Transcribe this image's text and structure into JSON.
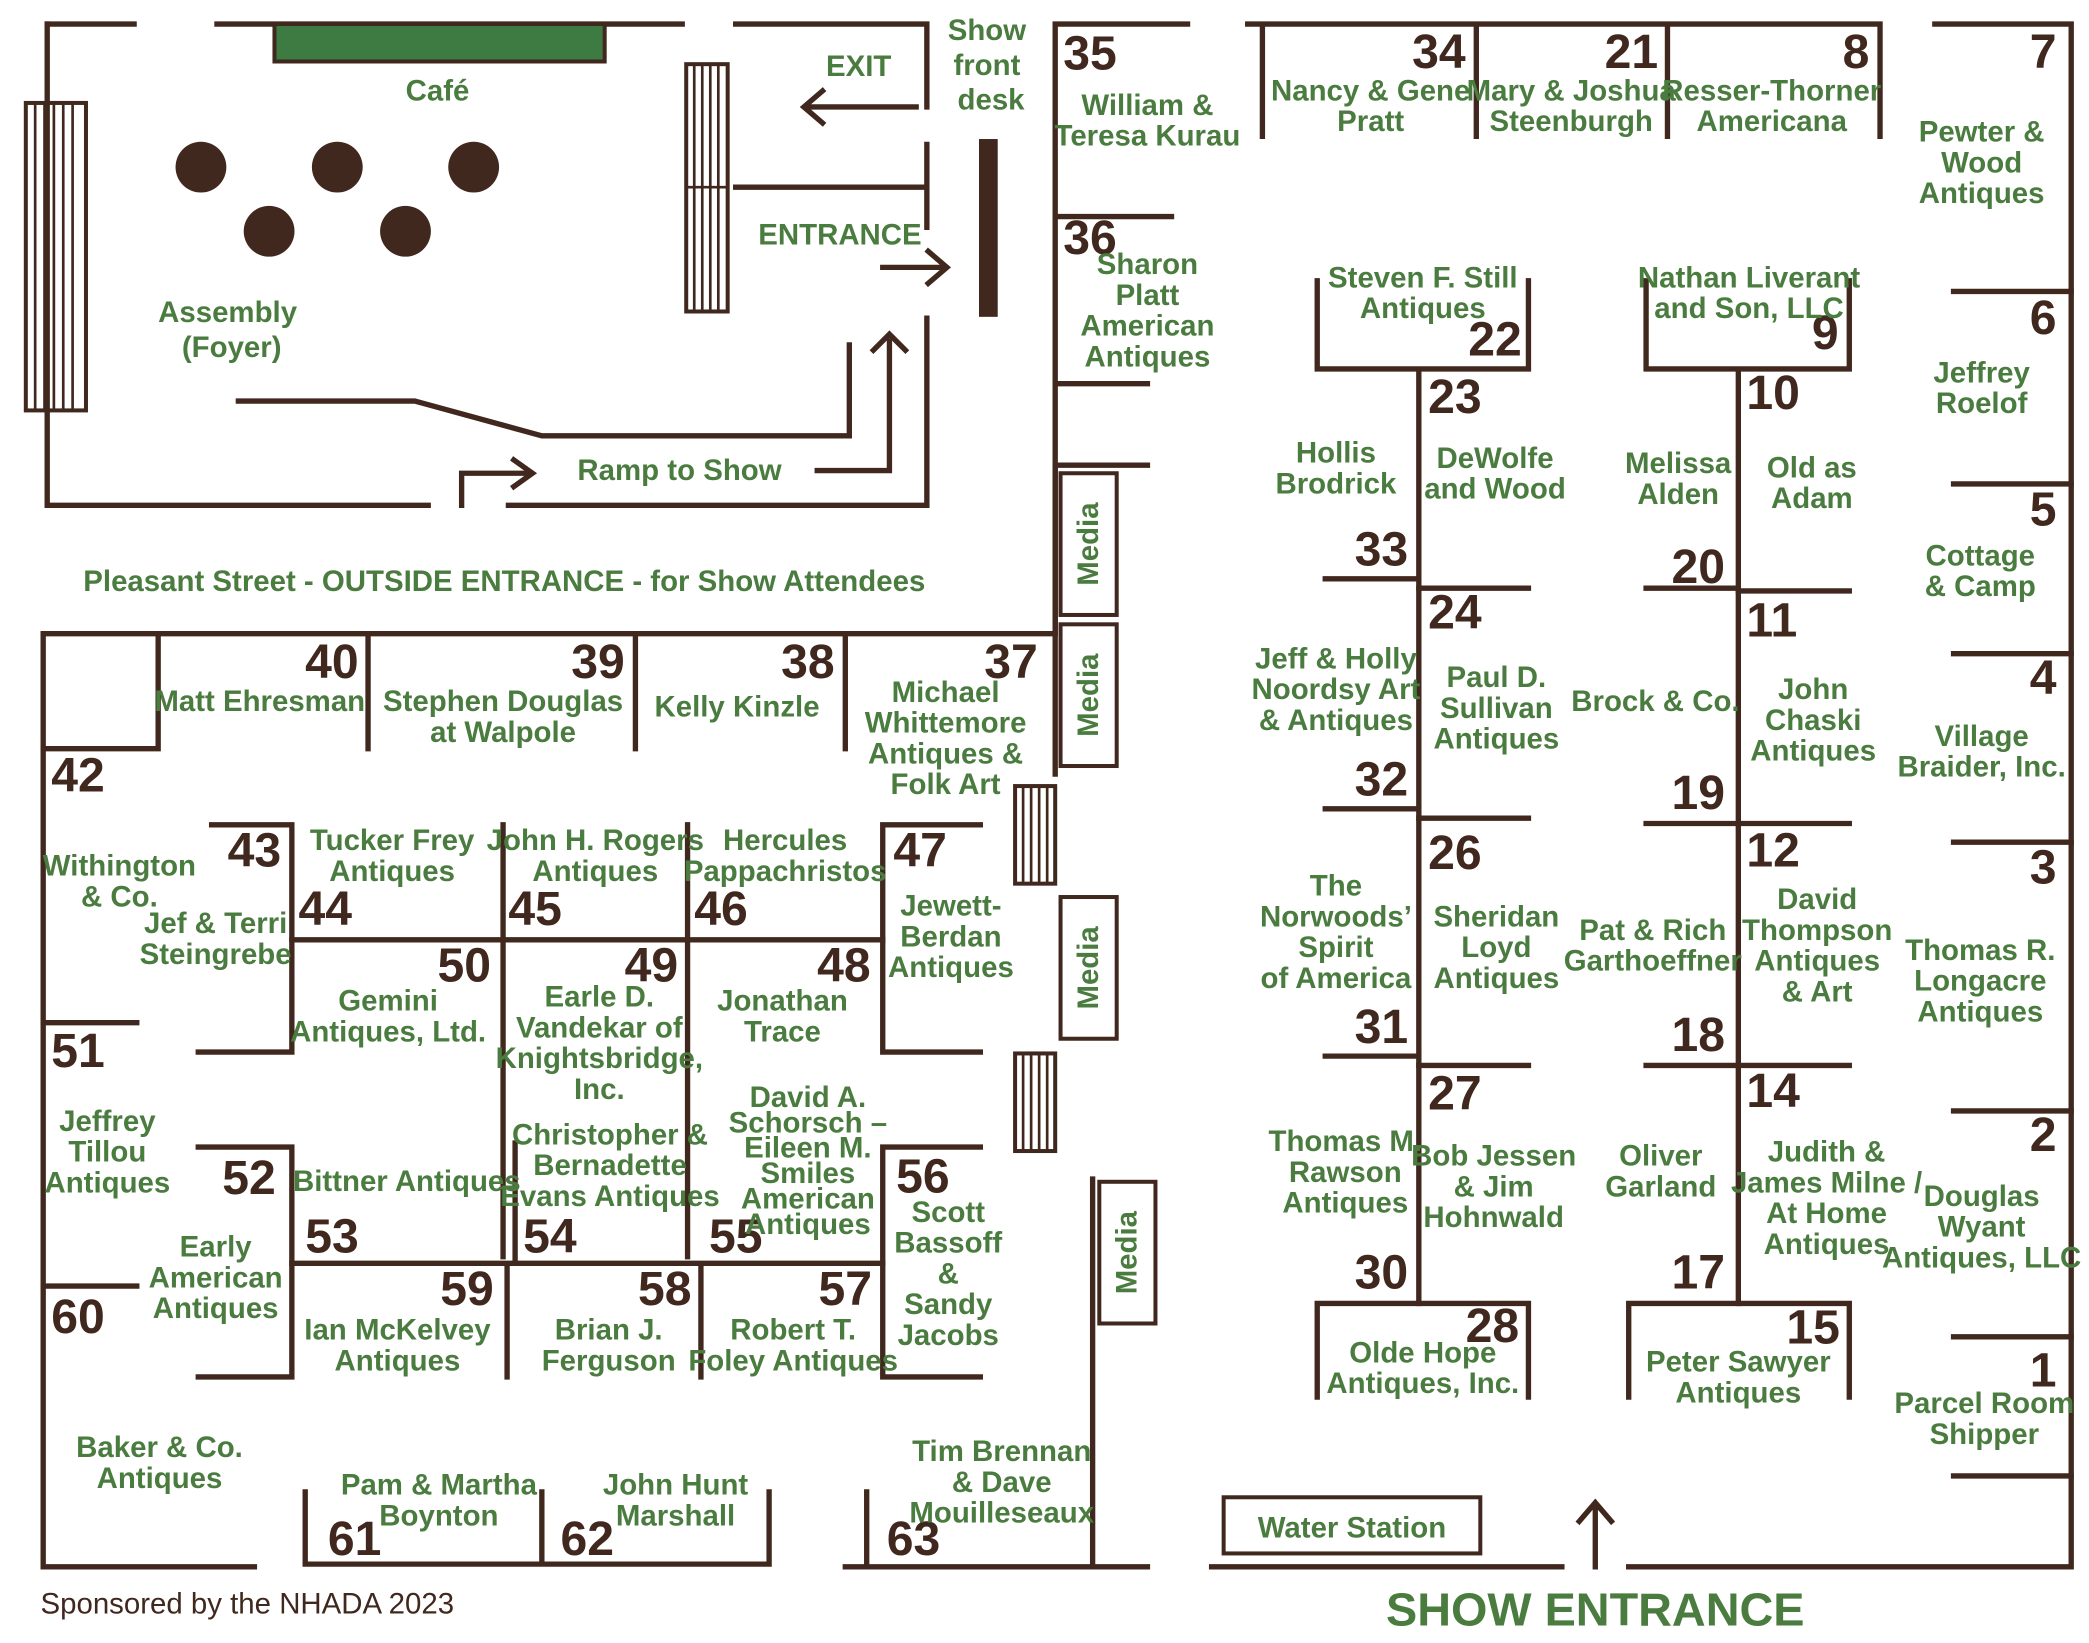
{
  "header": {
    "cafe": "Café",
    "assembly": [
      "Assembly",
      "(Foyer)"
    ],
    "exit": "EXIT",
    "entrance": "ENTRANCE",
    "front_desk": [
      "Show",
      "front",
      "desk"
    ],
    "ramp": "Ramp to Show",
    "outside_entrance": "Pleasant Street - OUTSIDE ENTRANCE - for Show Attendees"
  },
  "booths": [
    {
      "number": "1",
      "name": [
        "Parcel Room",
        "Shipper"
      ]
    },
    {
      "number": "2",
      "name": [
        "Douglas",
        "Wyant",
        "Antiques, LLC"
      ]
    },
    {
      "number": "3",
      "name": [
        "Thomas R.",
        "Longacre",
        "Antiques"
      ]
    },
    {
      "number": "4",
      "name": [
        "Village",
        "Braider, Inc."
      ]
    },
    {
      "number": "5",
      "name": [
        "Cottage",
        "& Camp"
      ]
    },
    {
      "number": "6",
      "name": [
        "Jeffrey",
        "Roelof"
      ]
    },
    {
      "number": "7",
      "name": [
        "Pewter &",
        "Wood",
        "Antiques"
      ]
    },
    {
      "number": "8",
      "name": [
        "Resser-Thorner",
        "Americana"
      ]
    },
    {
      "number": "9",
      "name": [
        "Nathan Liverant",
        "and Son, LLC"
      ]
    },
    {
      "number": "10",
      "name": [
        "Old as",
        "Adam"
      ]
    },
    {
      "number": "11",
      "name": [
        "John",
        "Chaski",
        "Antiques"
      ]
    },
    {
      "number": "12",
      "name": [
        "David",
        "Thompson",
        "Antiques",
        "& Art"
      ]
    },
    {
      "number": "14",
      "name": [
        "Judith &",
        "James Milne /",
        "At Home",
        "Antiques"
      ]
    },
    {
      "number": "15",
      "name": [
        "Peter Sawyer",
        "Antiques"
      ]
    },
    {
      "number": "17",
      "name": [
        "Oliver",
        "Garland"
      ]
    },
    {
      "number": "18",
      "name": [
        "Pat & Rich",
        "Garthoeffner"
      ]
    },
    {
      "number": "19",
      "name": [
        "Brock & Co."
      ]
    },
    {
      "number": "20",
      "name": [
        "Melissa",
        "Alden"
      ]
    },
    {
      "number": "21",
      "name": [
        "Mary & Joshua",
        "Steenburgh"
      ]
    },
    {
      "number": "22",
      "name": [
        "Steven F. Still",
        "Antiques"
      ]
    },
    {
      "number": "23",
      "name": [
        "DeWolfe",
        "and Wood"
      ]
    },
    {
      "number": "24",
      "name": [
        "Paul D.",
        "Sullivan",
        "Antiques"
      ]
    },
    {
      "number": "26",
      "name": [
        "Sheridan",
        "Loyd",
        "Antiques"
      ]
    },
    {
      "number": "27",
      "name": [
        "Bob Jessen",
        "& Jim",
        "Hohnwald"
      ]
    },
    {
      "number": "28",
      "name": [
        "Olde Hope",
        "Antiques, Inc."
      ]
    },
    {
      "number": "30",
      "name": [
        "Thomas M.",
        "Rawson",
        "Antiques"
      ]
    },
    {
      "number": "31",
      "name": [
        "The",
        "Norwoods’",
        "Spirit",
        "of America"
      ]
    },
    {
      "number": "32",
      "name": [
        "Jeff & Holly",
        "Noordsy Art",
        "& Antiques"
      ]
    },
    {
      "number": "33",
      "name": [
        "Hollis",
        "Brodrick"
      ]
    },
    {
      "number": "34",
      "name": [
        "Nancy & Gene",
        "Pratt"
      ]
    },
    {
      "number": "35",
      "name": [
        "William &",
        "Teresa Kurau"
      ]
    },
    {
      "number": "36",
      "name": [
        "Sharon",
        "Platt",
        "American",
        "Antiques"
      ]
    },
    {
      "number": "37",
      "name": [
        "Michael",
        "Whittemore",
        "Antiques &",
        "Folk Art"
      ]
    },
    {
      "number": "38",
      "name": [
        "Kelly Kinzle"
      ]
    },
    {
      "number": "39",
      "name": [
        "Stephen Douglas",
        "at Walpole"
      ]
    },
    {
      "number": "40",
      "name": [
        "Matt Ehresman"
      ]
    },
    {
      "number": "42",
      "name": [
        "Withington",
        "& Co."
      ]
    },
    {
      "number": "43",
      "name": [
        "Jef & Terri",
        "Steingrebe"
      ]
    },
    {
      "number": "44",
      "name": [
        "Tucker Frey",
        "Antiques"
      ]
    },
    {
      "number": "45",
      "name": [
        "John H. Rogers",
        "Antiques"
      ]
    },
    {
      "number": "46",
      "name": [
        "Hercules",
        "Pappachristos"
      ]
    },
    {
      "number": "47",
      "name": [
        "Jewett-",
        "Berdan",
        "Antiques"
      ]
    },
    {
      "number": "48",
      "name": [
        "Jonathan",
        "Trace"
      ]
    },
    {
      "number": "49",
      "name": [
        "Earle D.",
        "Vandekar of",
        "Knightsbridge,",
        "Inc."
      ]
    },
    {
      "number": "50",
      "name": [
        "Gemini",
        "Antiques, Ltd."
      ]
    },
    {
      "number": "51",
      "name": [
        "Jeffrey",
        "Tillou",
        "Antiques"
      ]
    },
    {
      "number": "52",
      "name": [
        "Early",
        "American",
        "Antiques"
      ]
    },
    {
      "number": "53",
      "name": [
        "Bittner Antiques"
      ]
    },
    {
      "number": "54",
      "name": [
        "Christopher &",
        "Bernadette",
        "Evans Antiques"
      ]
    },
    {
      "number": "55",
      "name": [
        "David A.",
        "Schorsch –",
        "Eileen M.",
        "Smiles",
        "American",
        "Antiques"
      ]
    },
    {
      "number": "56",
      "name": [
        "Scott",
        "Bassoff",
        "&",
        "Sandy",
        "Jacobs"
      ]
    },
    {
      "number": "57",
      "name": [
        "Robert T.",
        "Foley Antiques"
      ]
    },
    {
      "number": "58",
      "name": [
        "Brian J.",
        "Ferguson"
      ]
    },
    {
      "number": "59",
      "name": [
        "Ian McKelvey",
        "Antiques"
      ]
    },
    {
      "number": "60",
      "name": [
        "Baker & Co.",
        "Antiques"
      ]
    },
    {
      "number": "61",
      "name": [
        "Pam & Martha",
        "Boynton"
      ]
    },
    {
      "number": "62",
      "name": [
        "John Hunt",
        "Marshall"
      ]
    },
    {
      "number": "63",
      "name": [
        "Tim Brennan",
        "& Dave",
        "Mouilleseaux"
      ]
    }
  ],
  "media_label": "Media",
  "water_station": "Water Station",
  "show_entrance": "SHOW ENTRANCE",
  "footer": "Sponsored by the NHADA 2023",
  "colors": {
    "ink": "#40281e",
    "green": "#4a7c3f",
    "cafe_counter": "#3e7b43"
  }
}
